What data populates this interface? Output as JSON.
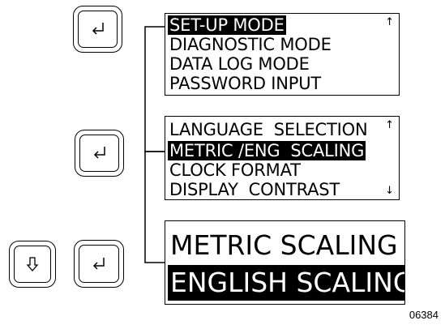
{
  "keys": {
    "enter_icon": "enter-arrow",
    "down_icon": "down-arrow"
  },
  "menu1": {
    "items": [
      "SET-UP MODE",
      "DIAGNOSTIC MODE",
      "DATA LOG MODE",
      "PASSWORD INPUT"
    ],
    "selected": "SET-UP MODE",
    "scroll_up": "↑"
  },
  "menu2": {
    "items": [
      "LANGUAGE  SELECTION",
      "METRIC /ENG  SCALING",
      "CLOCK FORMAT",
      "DISPLAY  CONTRAST"
    ],
    "selected": "METRIC /ENG  SCALING",
    "scroll_up": "↑",
    "scroll_down": "↓"
  },
  "menu3": {
    "items": [
      "METRIC SCALING",
      "ENGLISH SCALING"
    ],
    "selected": "ENGLISH SCALING"
  },
  "figure_number": "06384"
}
